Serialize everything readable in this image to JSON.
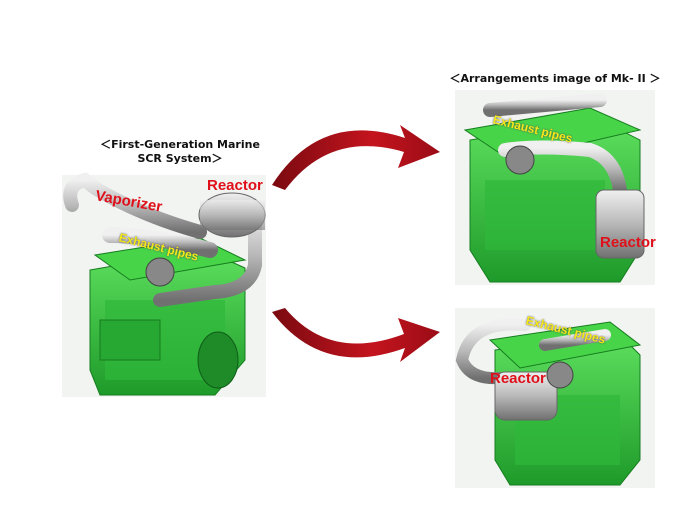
{
  "left": {
    "caption_line1": "＜First-Generation Marine",
    "caption_line2": "SCR System＞",
    "labels": {
      "reactor": "Reactor",
      "vaporizer": "Vaporizer",
      "exhaust": "Exhaust pipes"
    }
  },
  "right_top": {
    "caption": "＜Arrangements image of Mk- II ＞",
    "labels": {
      "exhaust": "Exhaust pipes",
      "reactor": "Reactor"
    }
  },
  "right_bottom": {
    "labels": {
      "exhaust": "Exhaust pipes",
      "reactor": "Reactor"
    }
  },
  "colors": {
    "engine_green": "#3cc83c",
    "arrow_red": "#b5101c",
    "label_red": "#e0101a",
    "label_yellow": "#f4e81a"
  }
}
